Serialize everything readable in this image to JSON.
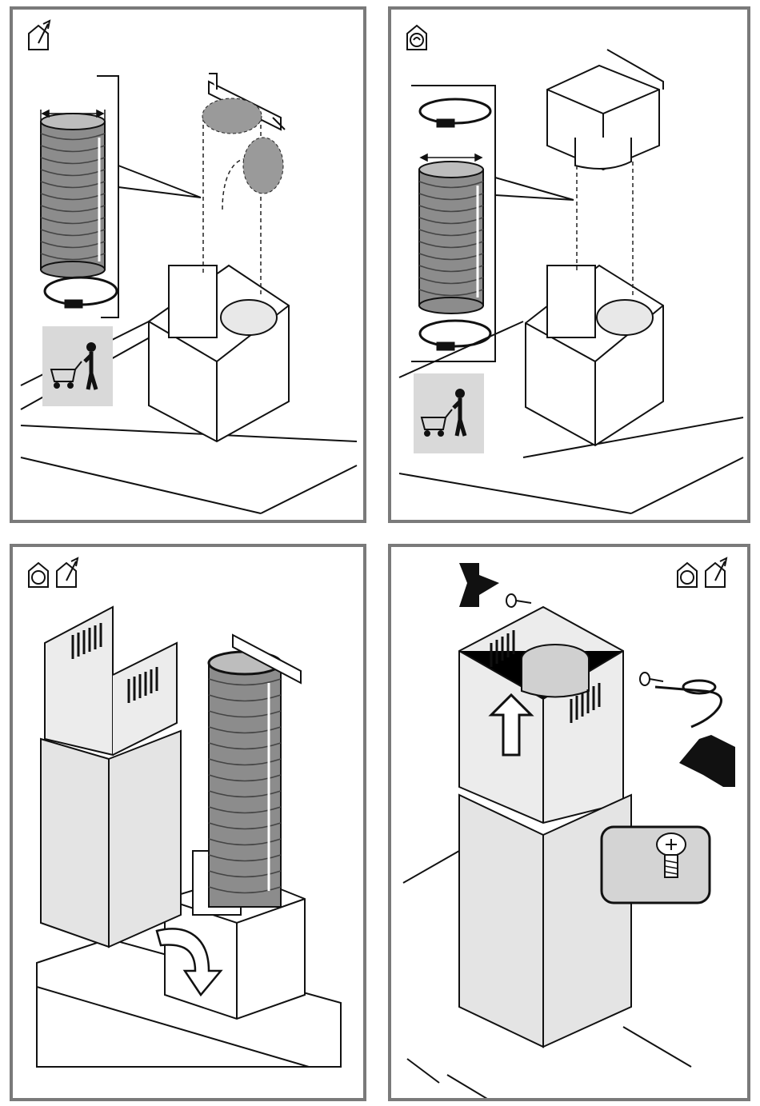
{
  "panels": [
    {
      "id": "panel-1",
      "icons": [
        "ducted-exhaust-icon"
      ],
      "step": "duct-and-clamp-not-supplied"
    },
    {
      "id": "panel-2",
      "icons": [
        "recirculation-icon"
      ],
      "step": "recirculation-deflector-duct-and-clamps-not-supplied"
    },
    {
      "id": "panel-3",
      "icons": [
        "recirculation-icon",
        "ducted-exhaust-icon"
      ],
      "step": "fit-telescopic-chimney"
    },
    {
      "id": "panel-4",
      "icons": [
        "recirculation-icon",
        "ducted-exhaust-icon"
      ],
      "step": "raise-upper-chimney-and-fix-with-screws"
    }
  ],
  "colors": {
    "frame": "#7a7a7a",
    "grey_fill": "#d9d9d9",
    "dark": "#1a1a1a",
    "duct": "#8c8c8c"
  }
}
